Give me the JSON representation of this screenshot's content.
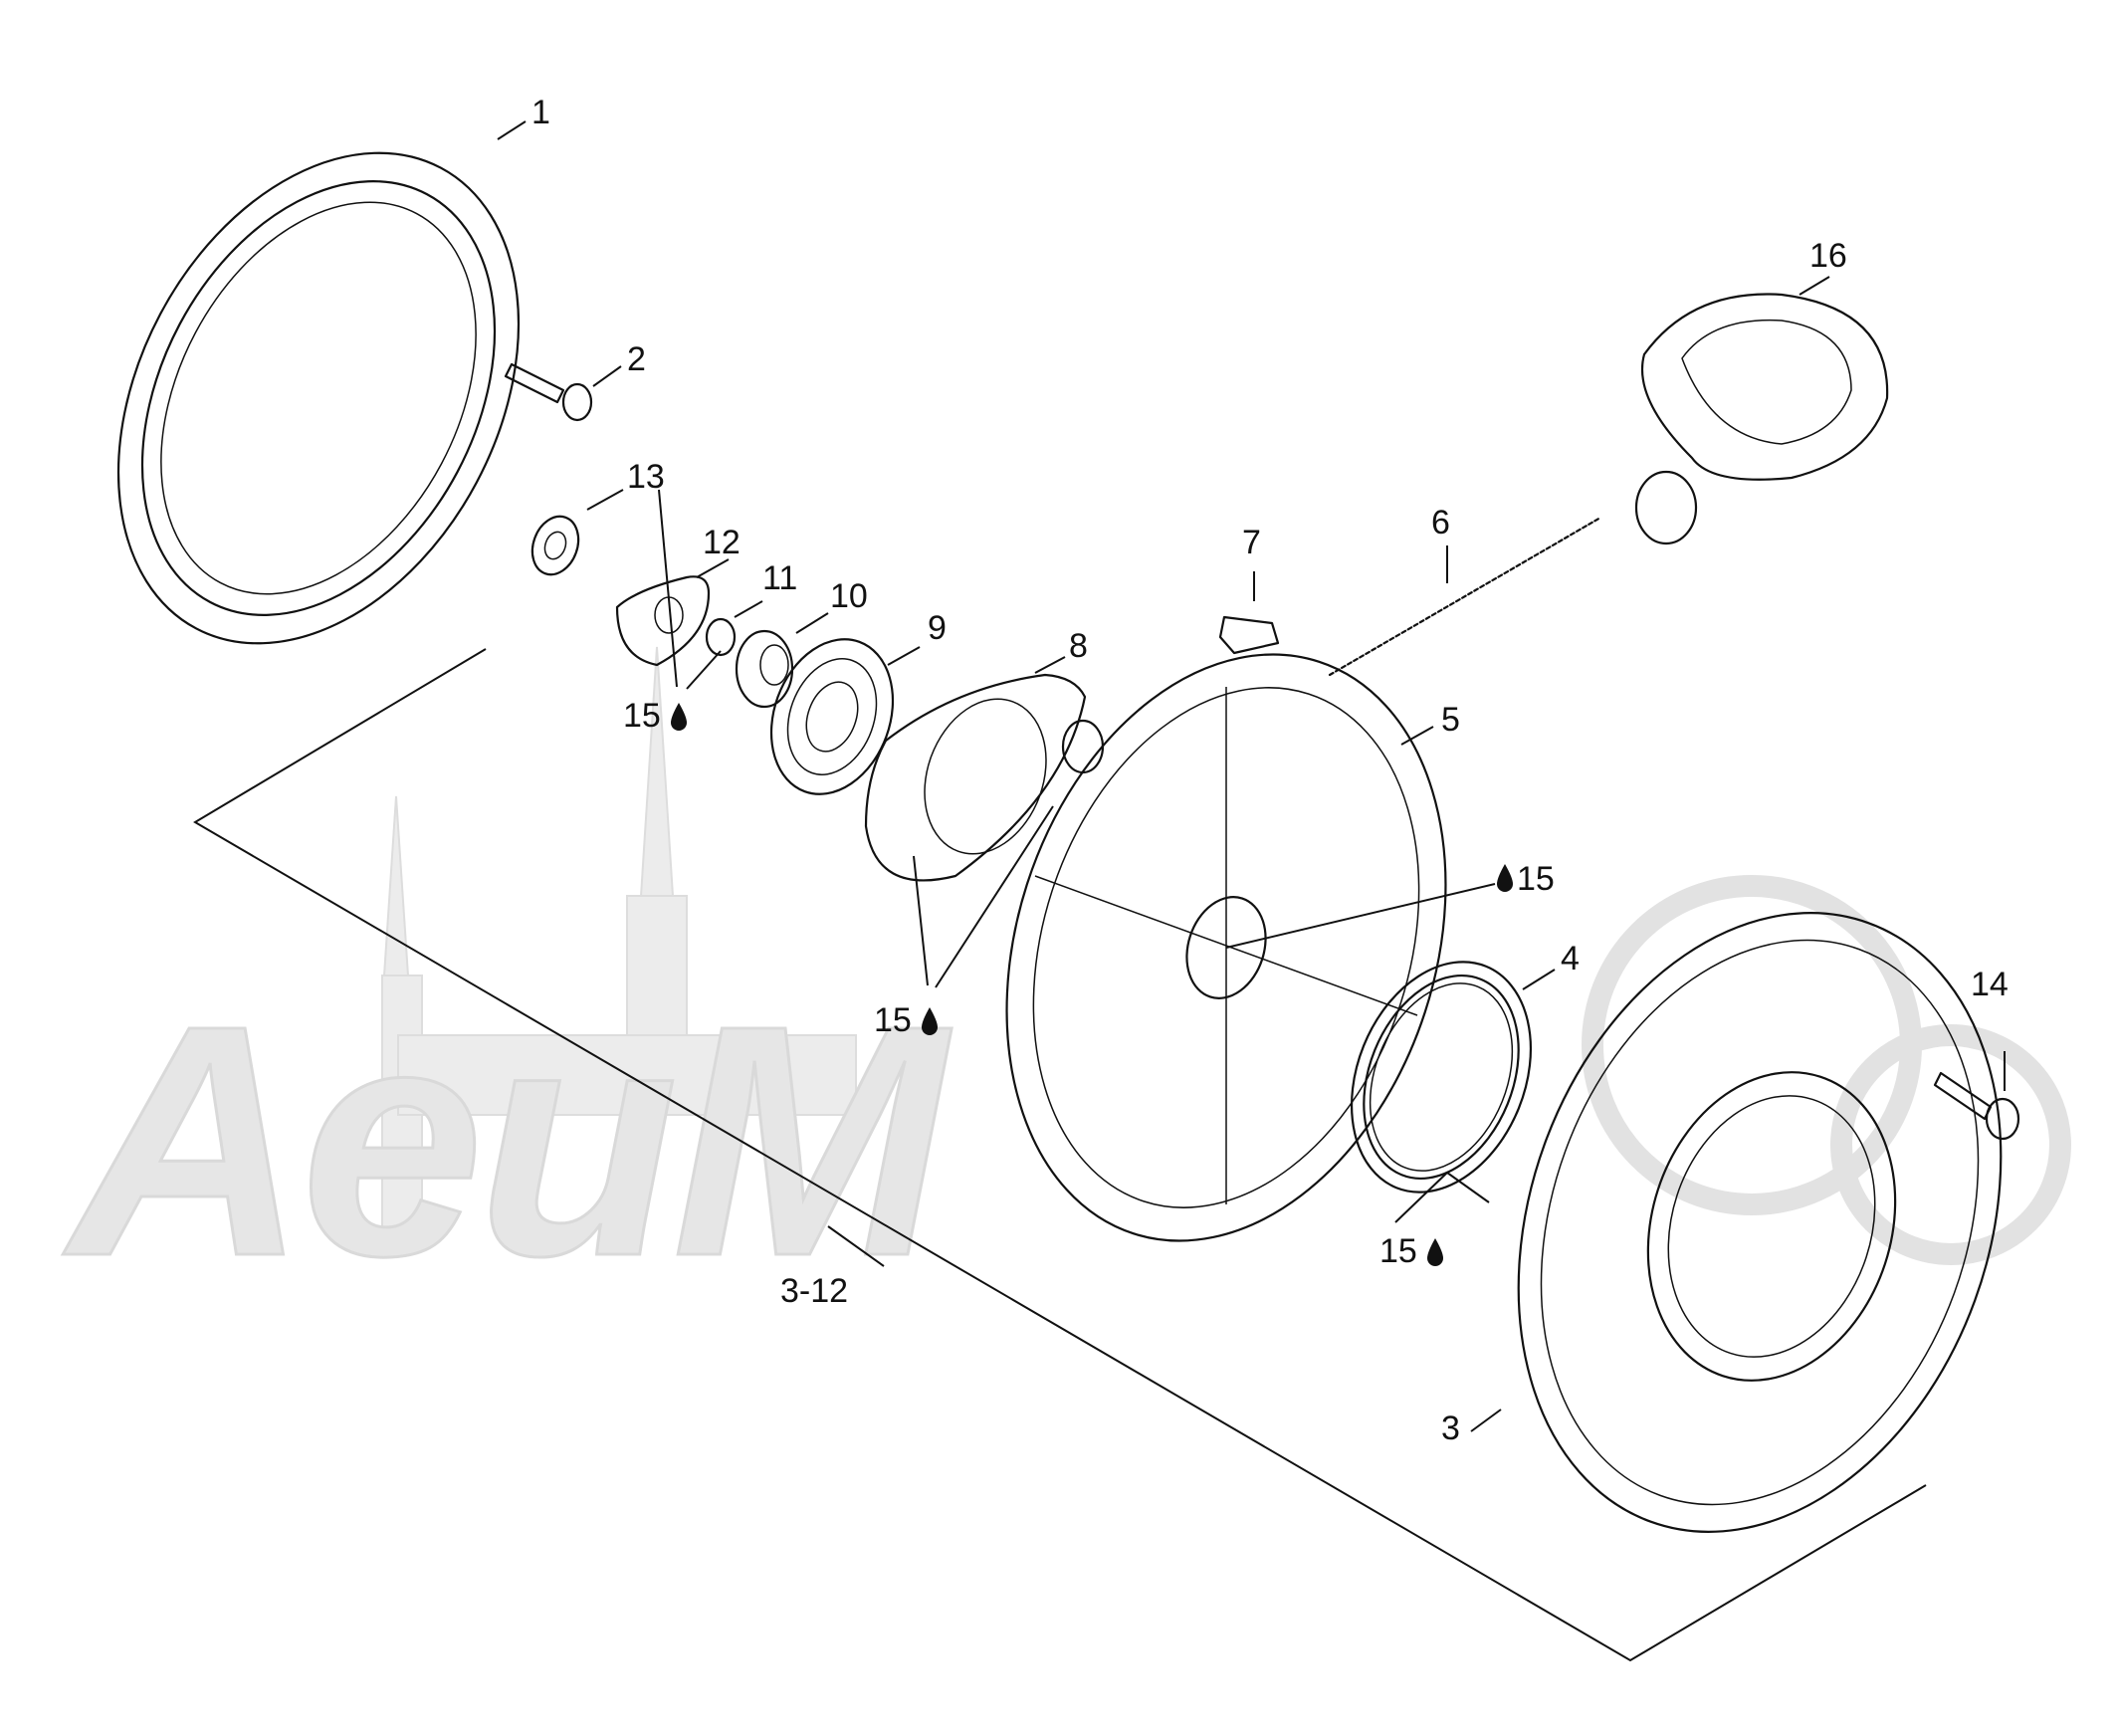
{
  "diagram": {
    "callouts": {
      "c1": "1",
      "c2": "2",
      "c3": "3",
      "c4": "4",
      "c5": "5",
      "c6": "6",
      "c7": "7",
      "c8": "8",
      "c9": "9",
      "c10": "10",
      "c11": "11",
      "c12": "12",
      "c13": "13",
      "c14": "14",
      "c16": "16",
      "c15a": "15",
      "c15b": "15",
      "c15c": "15",
      "c15d": "15",
      "range": "3-12"
    },
    "watermark": "AeuM",
    "colors": {
      "line": "#111111",
      "watermark": "#e6e6e6"
    },
    "icons": [
      "oil-drop-icon"
    ]
  }
}
